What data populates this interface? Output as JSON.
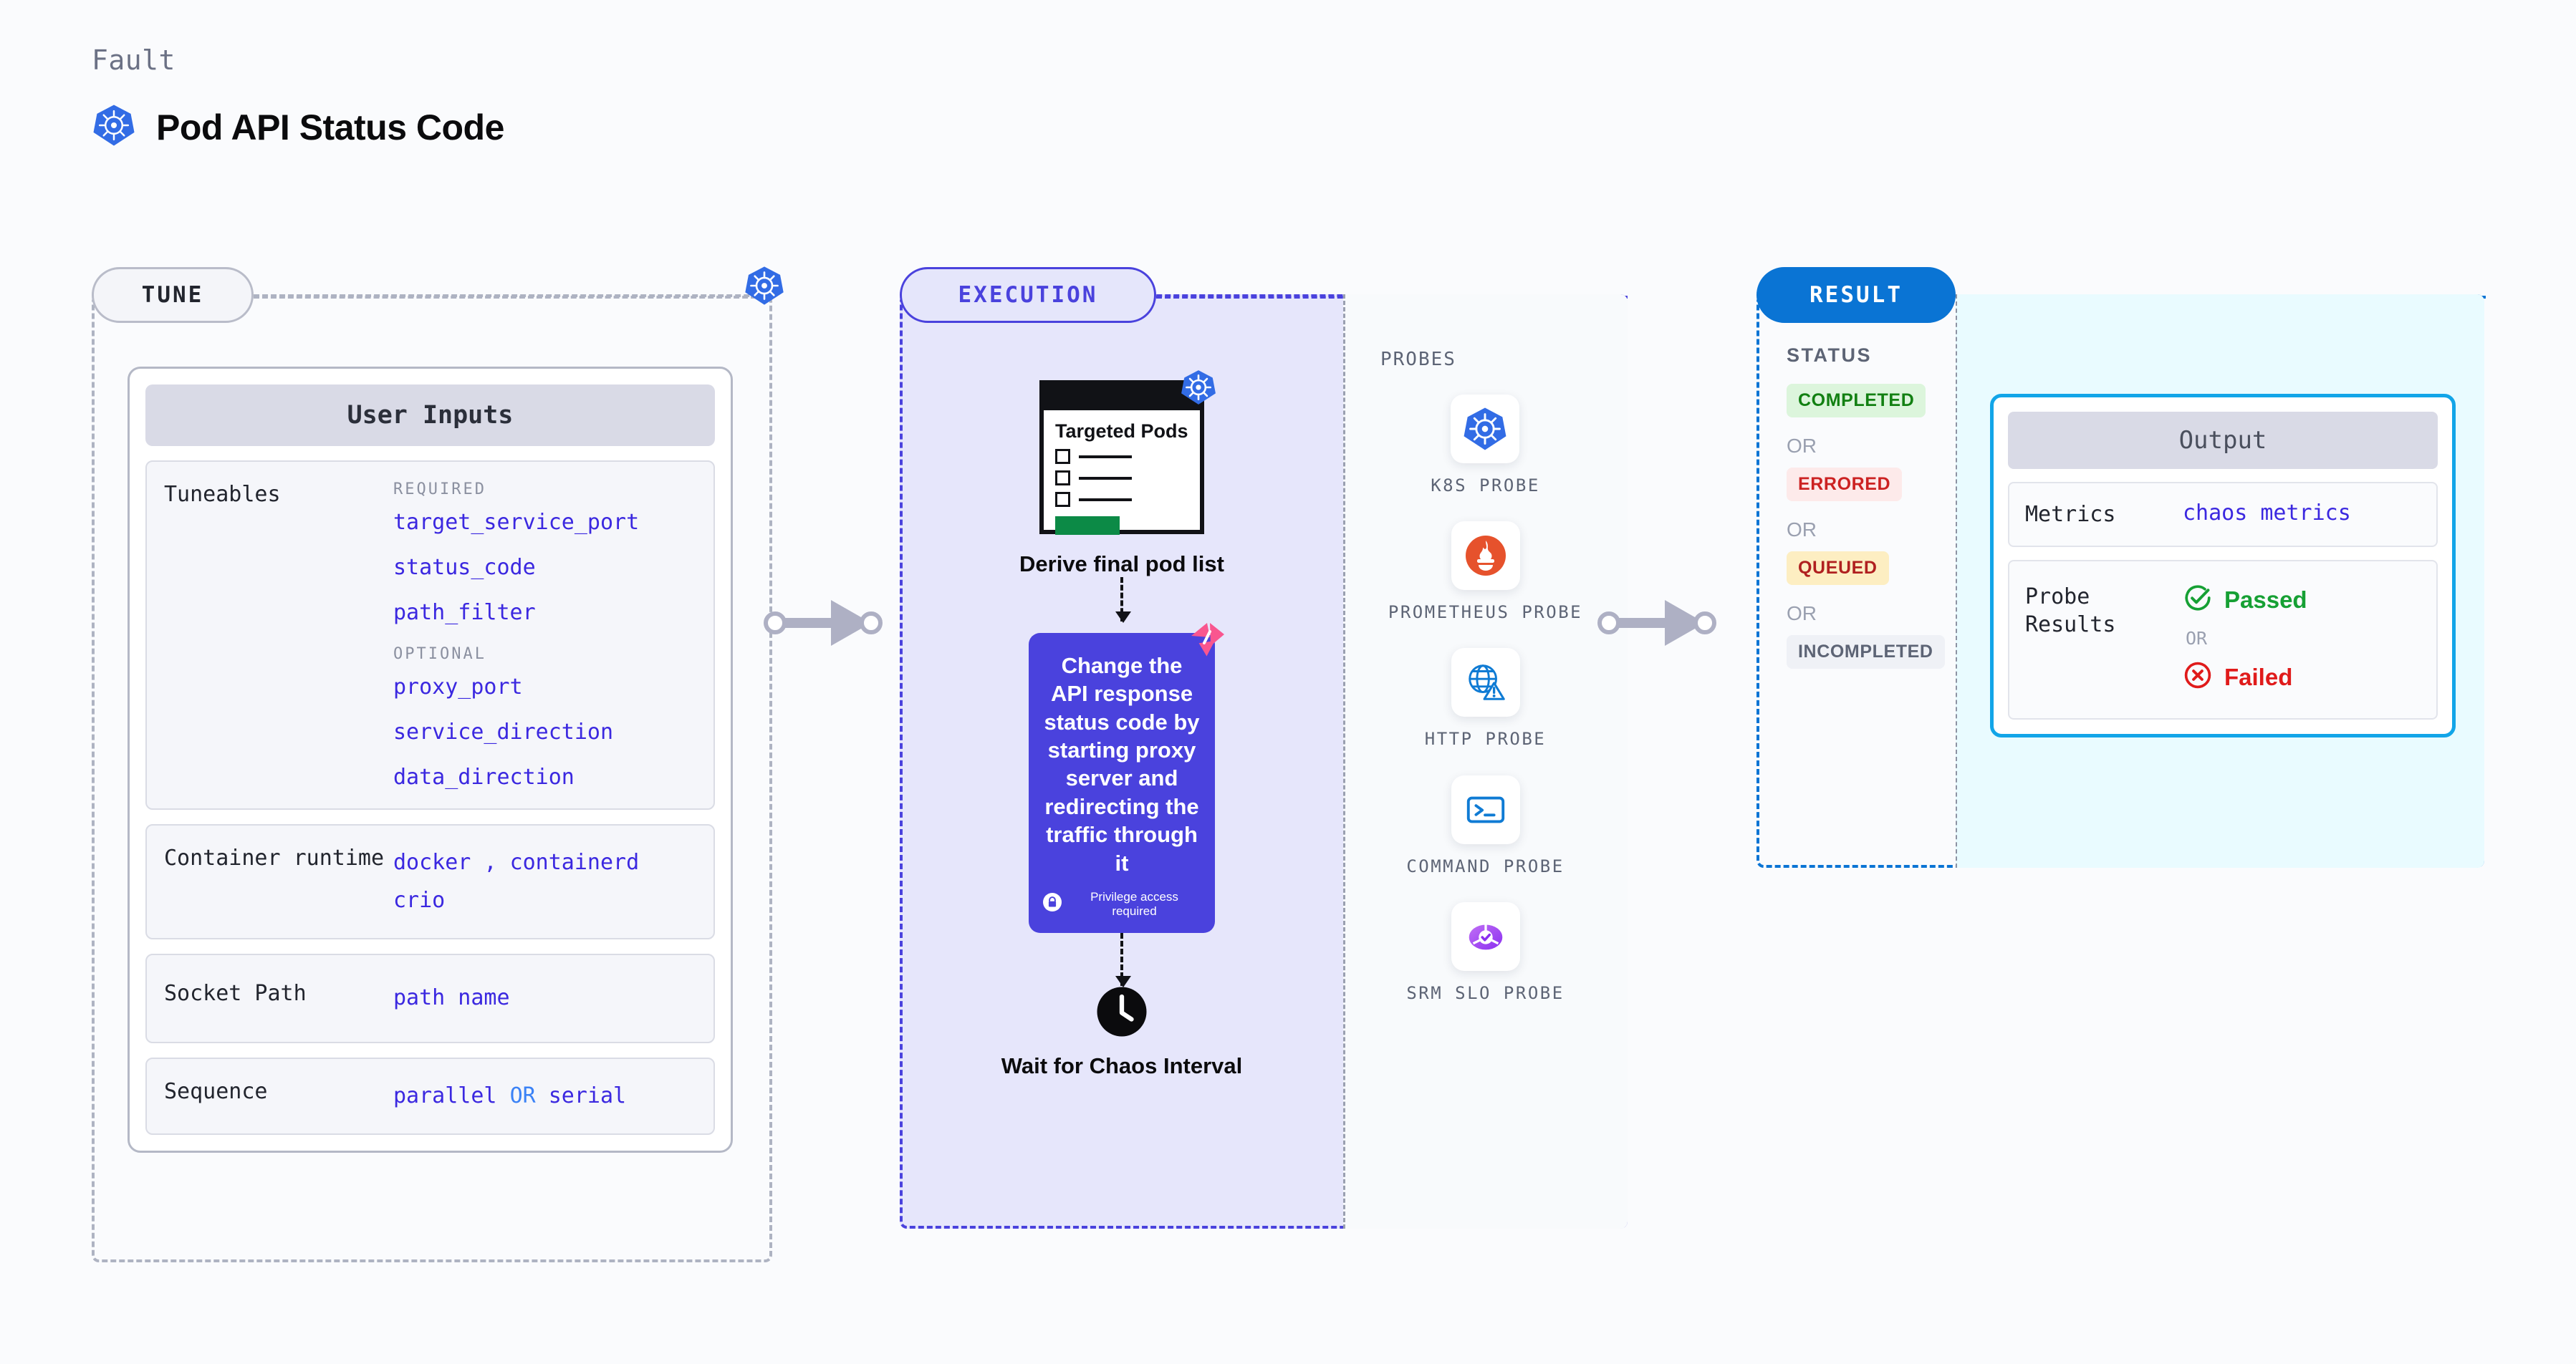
{
  "header": {
    "eyebrow": "Fault",
    "title": "Pod API Status Code",
    "icon": "kubernetes-icon"
  },
  "sections": {
    "tune": {
      "pill": "TUNE",
      "badge_icon": "kubernetes-icon"
    },
    "execution": {
      "pill": "EXECUTION"
    },
    "result": {
      "pill": "RESULT"
    }
  },
  "user_inputs": {
    "card_title": "User Inputs",
    "tuneables": {
      "key": "Tuneables",
      "required_label": "REQUIRED",
      "required": [
        "target_service_port",
        "status_code",
        "path_filter"
      ],
      "optional_label": "OPTIONAL",
      "optional": [
        "proxy_port",
        "service_direction",
        "data_direction"
      ]
    },
    "container_runtime": {
      "key": "Container runtime",
      "values": [
        "docker",
        "containerd",
        "crio"
      ],
      "separator": ","
    },
    "socket_path": {
      "key": "Socket Path",
      "value": "path name"
    },
    "sequence": {
      "key": "Sequence",
      "value_a": "parallel",
      "or": "OR",
      "value_b": "serial"
    }
  },
  "execution": {
    "pods_card": {
      "title": "Targeted Pods",
      "badge_icon": "kubernetes-icon"
    },
    "derive_label": "Derive final pod list",
    "action_card": {
      "text": "Change the API response status code by starting proxy server and redirecting the traffic through it",
      "note": "Privilege access required",
      "note_icon": "lock-icon",
      "ribbon_icon": "harness-ribbon-icon",
      "color": "#4a42dd"
    },
    "wait_step": {
      "icon": "clock-icon",
      "label": "Wait for Chaos Interval"
    }
  },
  "probes": {
    "title": "PROBES",
    "items": [
      {
        "label": "K8S PROBE",
        "icon": "kubernetes-icon"
      },
      {
        "label": "PROMETHEUS PROBE",
        "icon": "prometheus-icon"
      },
      {
        "label": "HTTP PROBE",
        "icon": "globe-warning-icon"
      },
      {
        "label": "COMMAND PROBE",
        "icon": "terminal-icon"
      },
      {
        "label": "SRM SLO PROBE",
        "icon": "slo-gauge-icon"
      }
    ]
  },
  "result": {
    "status_title": "STATUS",
    "or": "OR",
    "statuses": [
      {
        "label": "COMPLETED",
        "color": "#128012",
        "bg": "#dcf5dc"
      },
      {
        "label": "ERRORED",
        "color": "#cc2222",
        "bg": "#fdeaea"
      },
      {
        "label": "QUEUED",
        "color": "#b02020",
        "bg": "#fdeec2"
      },
      {
        "label": "INCOMPLETED",
        "color": "#5d6475",
        "bg": "#eff1f6"
      }
    ]
  },
  "output": {
    "card_title": "Output",
    "metrics": {
      "key": "Metrics",
      "value": "chaos metrics"
    },
    "probe_results": {
      "key": "Probe Results",
      "passed": "Passed",
      "or": "OR",
      "failed": "Failed",
      "passed_icon": "check-circle-icon",
      "failed_icon": "x-circle-icon"
    }
  }
}
